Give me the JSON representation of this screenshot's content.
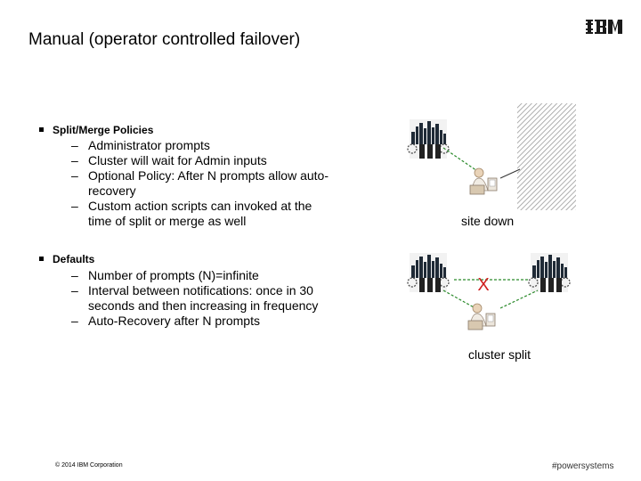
{
  "header": {
    "title": "Manual (operator controlled failover)",
    "logo_text": "IBM"
  },
  "bullets": [
    {
      "heading": "Split/Merge Policies",
      "items": [
        "Administrator prompts",
        "Cluster will wait for Admin inputs",
        "Optional Policy: After N prompts allow auto-",
        "recovery",
        "Custom action scripts can invoked at the",
        "time of split or merge as well"
      ]
    },
    {
      "heading": "Defaults",
      "items": [
        "Number of prompts (N)=infinite",
        "Interval between notifications: once in 30",
        "seconds and then increasing in frequency",
        "Auto-Recovery after N prompts"
      ]
    }
  ],
  "diagrams": {
    "top_caption": "site down",
    "bottom_caption": "cluster split",
    "split_mark": "X"
  },
  "footer": {
    "copyright": "© 2014 IBM Corporation",
    "hashtag": "#powersystems"
  },
  "colors": {
    "link_line": "#2a8a2a",
    "split_mark": "#d02020",
    "site_down_hatch": "#a0a0a0"
  }
}
